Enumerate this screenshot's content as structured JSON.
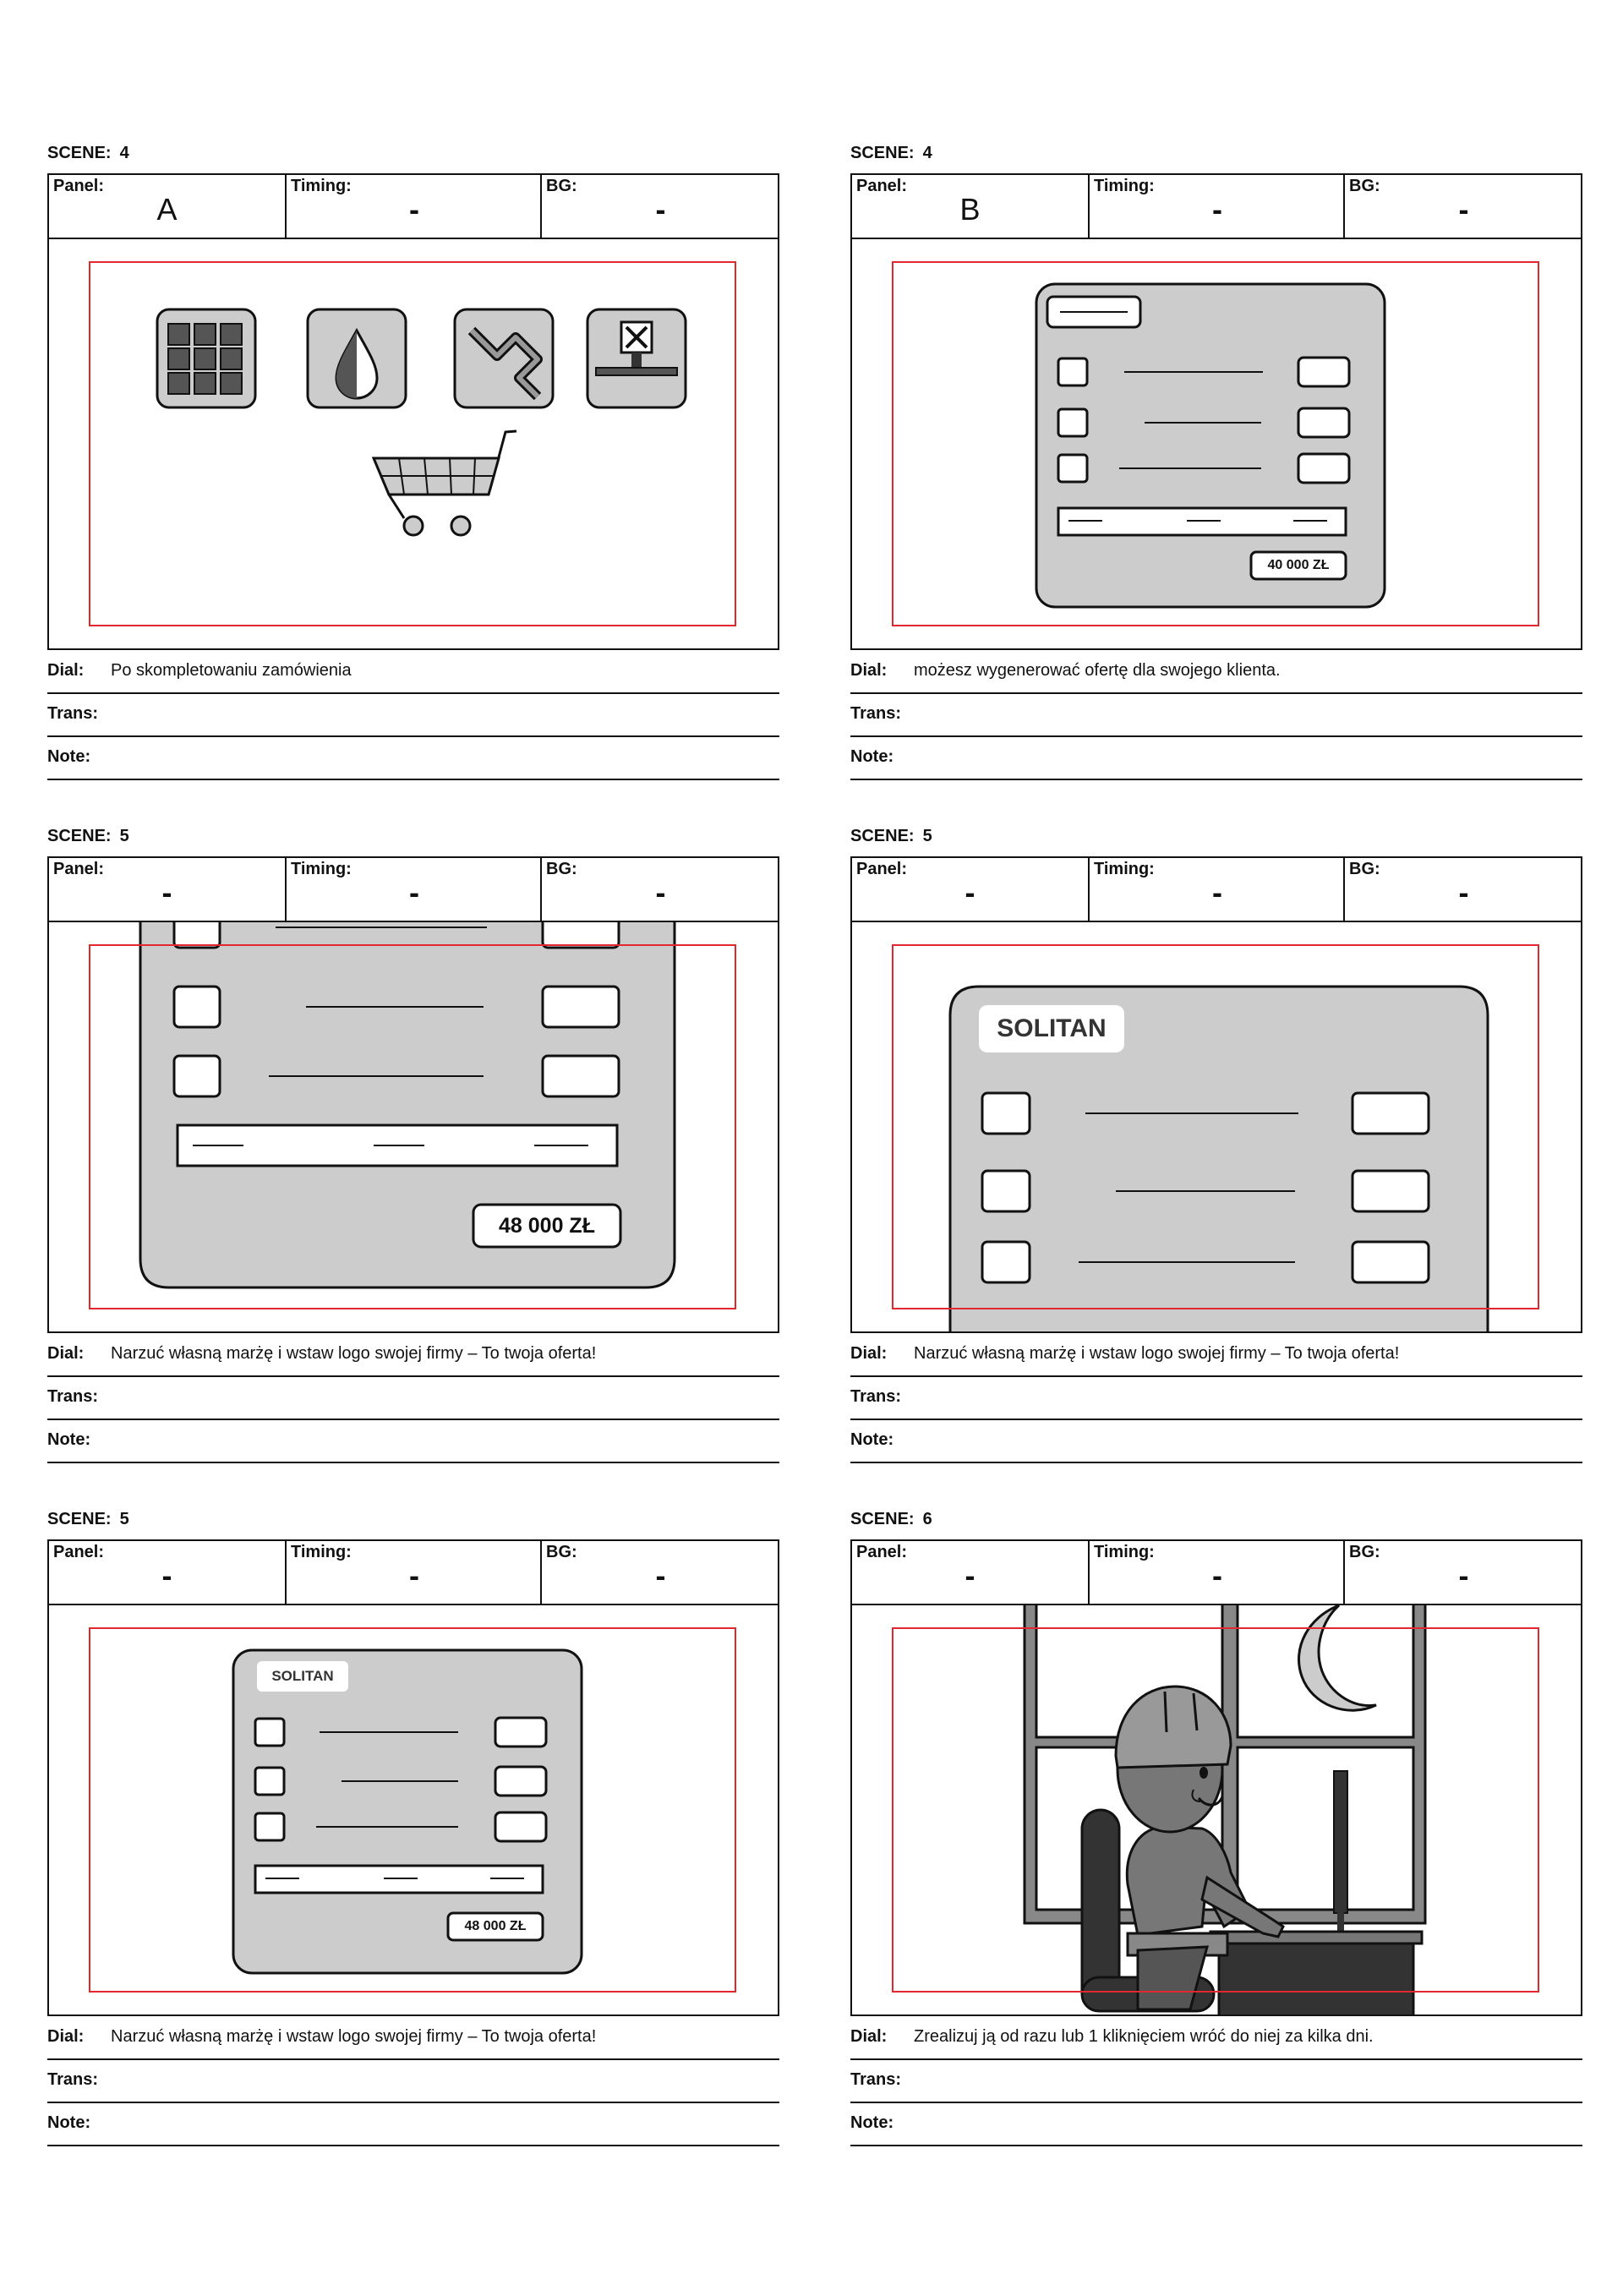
{
  "labels": {
    "scene": "SCENE:",
    "panel": "Panel:",
    "timing": "Timing:",
    "bg": "BG:",
    "dial": "Dial:",
    "trans": "Trans:",
    "note": "Note:"
  },
  "panels": [
    {
      "scene": "4",
      "panel": "A",
      "timing": "-",
      "bg": "-",
      "dial": "Po skompletowaniu zamówienia",
      "trans": "",
      "note": ""
    },
    {
      "scene": "4",
      "panel": "B",
      "timing": "-",
      "bg": "-",
      "dial": "możesz wygenerować ofertę dla swojego klienta.",
      "trans": "",
      "note": "",
      "price": "40 000 ZŁ"
    },
    {
      "scene": "5",
      "panel": "-",
      "timing": "-",
      "bg": "-",
      "dial": "Narzuć własną marżę i wstaw logo swojej firmy – To twoja oferta!",
      "trans": "",
      "note": "",
      "price": "48 000 ZŁ"
    },
    {
      "scene": "5",
      "panel": "-",
      "timing": "-",
      "bg": "-",
      "dial": "Narzuć własną marżę i wstaw logo swojej firmy – To twoja oferta!",
      "trans": "",
      "note": "",
      "logo": "SOLITAN"
    },
    {
      "scene": "5",
      "panel": "-",
      "timing": "-",
      "bg": "-",
      "dial": "Narzuć własną marżę i wstaw logo swojej firmy – To twoja oferta!",
      "trans": "",
      "note": "",
      "logo": "SOLITAN",
      "price": "48 000 ZŁ"
    },
    {
      "scene": "6",
      "panel": "-",
      "timing": "-",
      "bg": "-",
      "dial": "Zrealizuj ją od razu lub 1 kliknięciem wróć do niej za kilka dni.",
      "trans": "",
      "note": ""
    }
  ],
  "colors": {
    "safe_frame": "#e0282e",
    "card_fill": "#cccccc",
    "ink": "#111111"
  }
}
